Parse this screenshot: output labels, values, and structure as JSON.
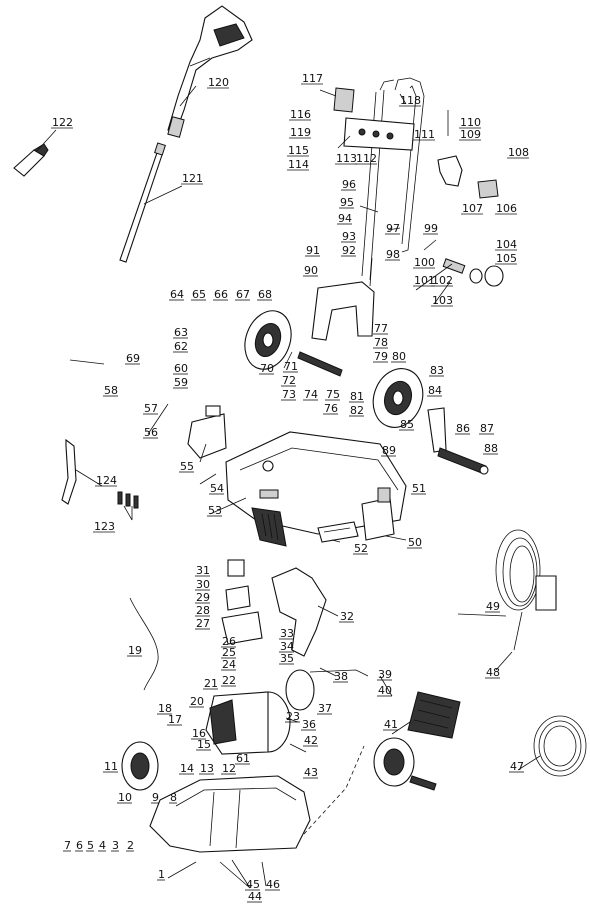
{
  "labels": [
    "1",
    "2",
    "3",
    "4",
    "5",
    "6",
    "7",
    "8",
    "9",
    "10",
    "11",
    "12",
    "13",
    "14",
    "15",
    "16",
    "17",
    "18",
    "19",
    "20",
    "21",
    "22",
    "23",
    "24",
    "25",
    "26",
    "27",
    "28",
    "29",
    "30",
    "31",
    "32",
    "33",
    "34",
    "35",
    "36",
    "37",
    "38",
    "39",
    "40",
    "41",
    "42",
    "43",
    "44",
    "45",
    "46",
    "47",
    "48",
    "49",
    "50",
    "51",
    "52",
    "53",
    "54",
    "55",
    "56",
    "57",
    "58",
    "59",
    "60",
    "61",
    "62",
    "63",
    "64",
    "65",
    "66",
    "67",
    "68",
    "69",
    "70",
    "71",
    "72",
    "73",
    "74",
    "75",
    "76",
    "77",
    "78",
    "79",
    "80",
    "81",
    "82",
    "83",
    "84",
    "85",
    "86",
    "87",
    "88",
    "89",
    "90",
    "91",
    "92",
    "93",
    "94",
    "95",
    "96",
    "97",
    "98",
    "99",
    "100",
    "101",
    "102",
    "103",
    "104",
    "105",
    "106",
    "107",
    "108",
    "109",
    "110",
    "111",
    "112",
    "113",
    "114",
    "115",
    "116",
    "117",
    "118",
    "119",
    "120",
    "121",
    "122",
    "123",
    "124"
  ]
}
